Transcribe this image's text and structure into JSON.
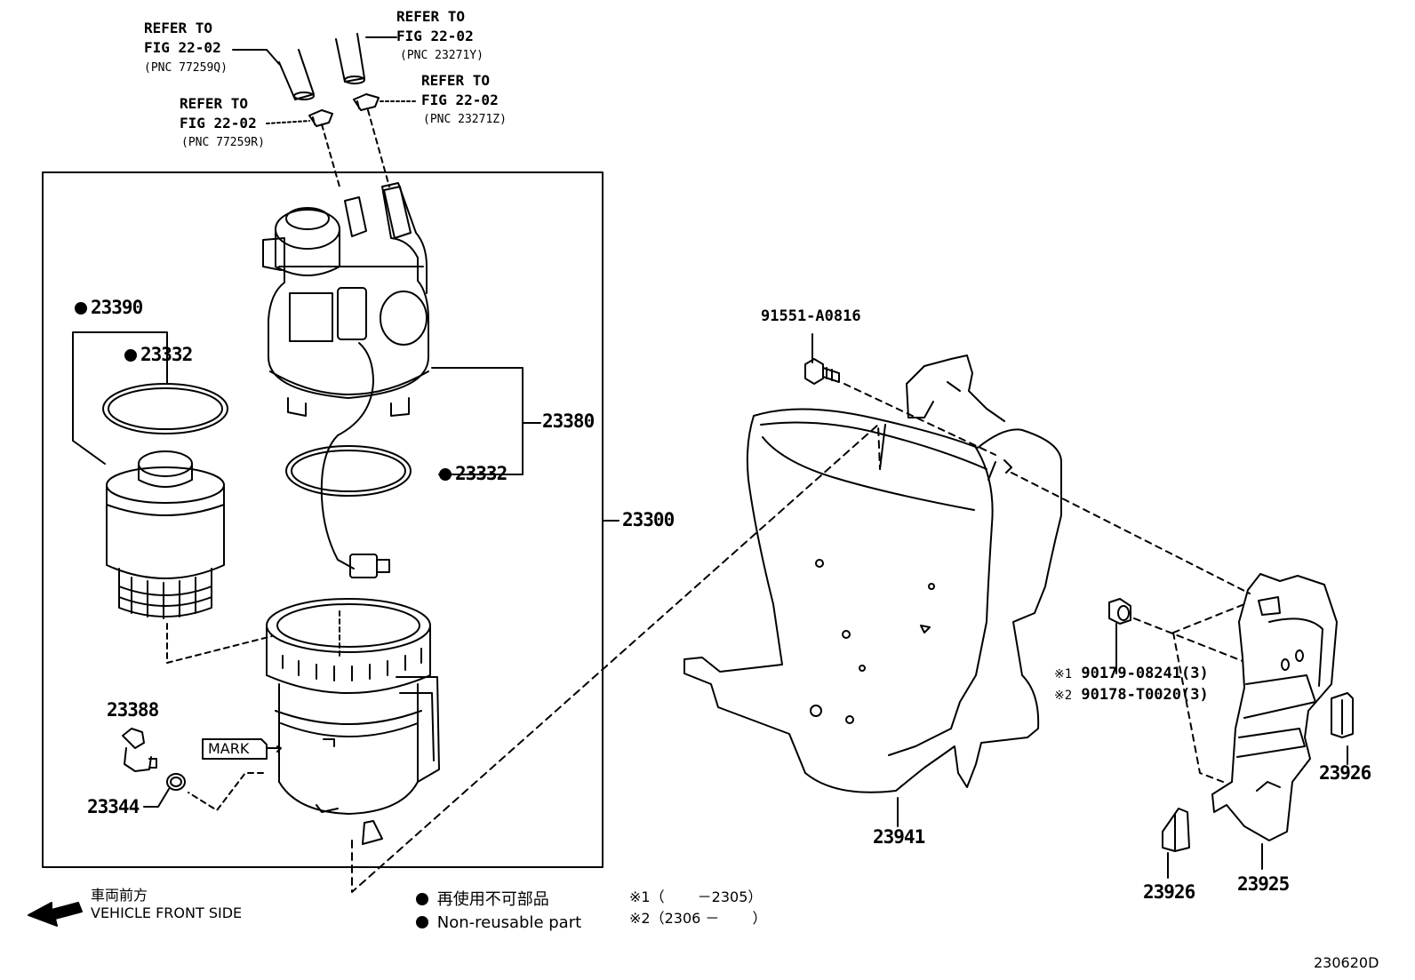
{
  "refs": {
    "pnc_77259q": {
      "line1": "REFER TO",
      "line2": "FIG 22-02",
      "pnc": "(PNC 77259Q)"
    },
    "pnc_23271y": {
      "line1": "REFER TO",
      "line2": "FIG 22-02",
      "pnc": "(PNC 23271Y)"
    },
    "pnc_77259r": {
      "line1": "REFER TO",
      "line2": "FIG 22-02",
      "pnc": "(PNC 77259R)"
    },
    "pnc_23271z": {
      "line1": "REFER TO",
      "line2": "FIG 22-02",
      "pnc": "(PNC 23271Z)"
    }
  },
  "parts": {
    "p23390": "23390",
    "p23332_a": "23332",
    "p23380": "23380",
    "p23332_b": "23332",
    "p23300": "23300",
    "p23388": "23388",
    "p23344": "23344",
    "mark": "MARK",
    "p91551": "91551-A0816",
    "p23941": "23941",
    "p90179": "90179-08241(3)",
    "p90178": "90178-T0020(3)",
    "p23926_a": "23926",
    "p23926_b": "23926",
    "p23925": "23925"
  },
  "markers": {
    "note1": "※1",
    "note2": "※2"
  },
  "legend": {
    "front_jp": "車両前方",
    "front_en": "VEHICLE FRONT SIDE",
    "nonreuse_jp": "再使用不可部品",
    "nonreuse_en": "Non-reusable part",
    "note1": "※1（　　 －2305）",
    "note2": "※2（2306 －　　 ）"
  },
  "figure_code": "230620D"
}
